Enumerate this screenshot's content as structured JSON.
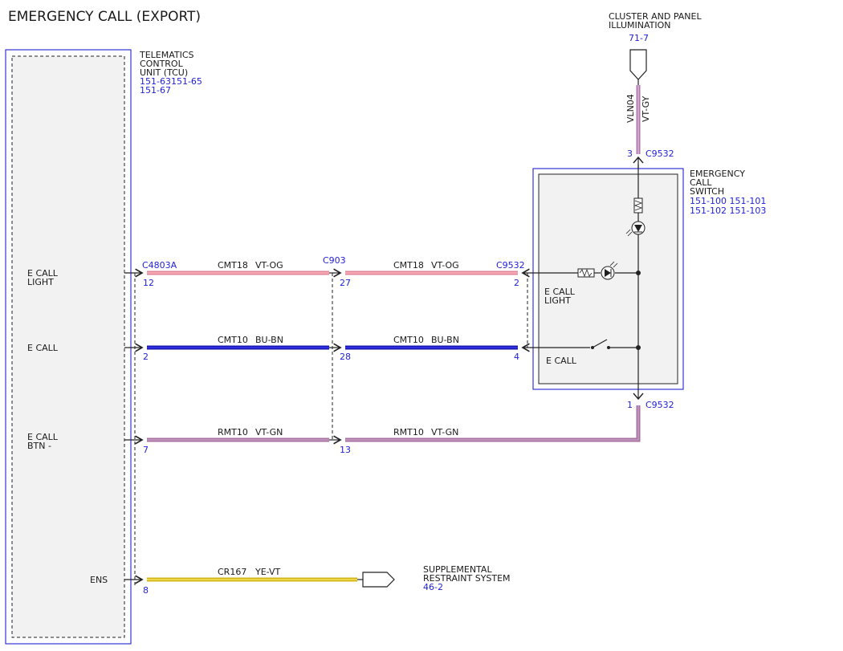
{
  "title": "EMERGENCY CALL (EXPORT)",
  "tcu": {
    "name_lines": [
      "TELEMATICS",
      "CONTROL",
      "UNIT (TCU)"
    ],
    "refs": [
      "151-63151-65",
      "151-67"
    ]
  },
  "switch": {
    "name_lines": [
      "EMERGENCY",
      "CALL",
      "SWITCH"
    ],
    "refs": [
      "151-100  151-101",
      "151-102  151-103"
    ],
    "light_label": [
      "E CALL",
      "LIGHT"
    ],
    "call_label": "E CALL"
  },
  "cluster": {
    "name_lines": [
      "CLUSTER AND PANEL",
      "ILLUMINATION"
    ],
    "ref": "71-7",
    "circuit": "VLN04",
    "color": "VT-GY",
    "pin": "3",
    "connector": "C9532"
  },
  "ground_pin": {
    "pin": "1",
    "connector": "C9532"
  },
  "srs": {
    "name_lines": [
      "SUPPLEMENTAL",
      "RESTRAINT SYSTEM"
    ],
    "ref": "46-2"
  },
  "connectors": {
    "tcu": "C4803A",
    "inline": "C903",
    "switch": "C9532"
  },
  "tcu_pins": [
    {
      "label_lines": [
        "E CALL",
        "LIGHT"
      ],
      "pin": "12"
    },
    {
      "label_lines": [
        "E CALL"
      ],
      "pin": "2"
    },
    {
      "label_lines": [
        "E CALL",
        "BTN -"
      ],
      "pin": "7"
    },
    {
      "label_lines": [
        "ENS"
      ],
      "pin": "8"
    }
  ],
  "wires": [
    {
      "circuit": "CMT18",
      "color": "VT-OG",
      "hex": "#f28a9a",
      "inline_pin": "27",
      "switch_pin": "2"
    },
    {
      "circuit": "CMT10",
      "color": "BU-BN",
      "hex": "#1c1cc4",
      "inline_pin": "28",
      "switch_pin": "4"
    },
    {
      "circuit": "RMT10",
      "color": "VT-GN",
      "hex": "#b77fb0",
      "inline_pin": "13"
    },
    {
      "circuit": "CR167",
      "color": "YE-VT",
      "hex": "#e6c21e"
    }
  ]
}
